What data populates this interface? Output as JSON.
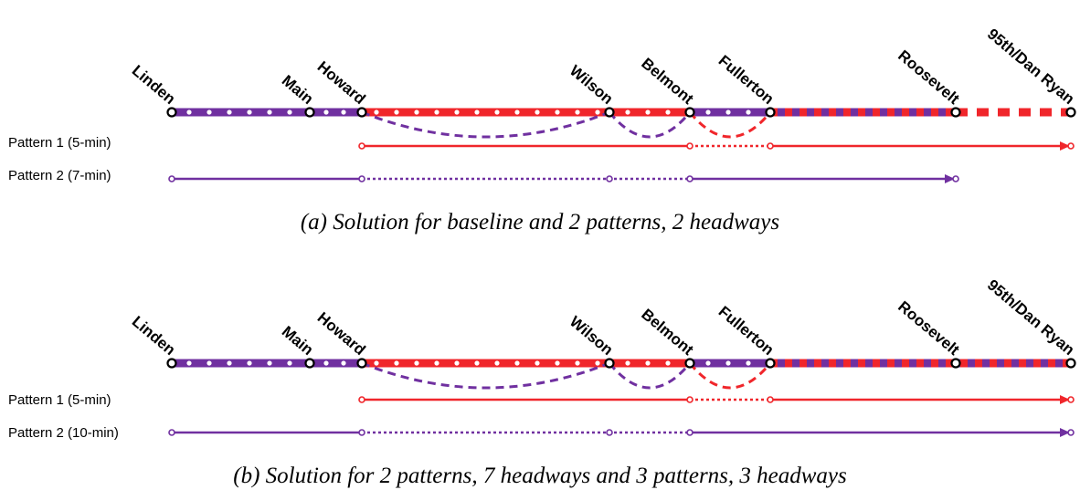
{
  "colors": {
    "purple": "#7030A0",
    "red": "#F0262B",
    "white": "#ffffff",
    "black": "#000000"
  },
  "stations": [
    "Linden",
    "Main",
    "Howard",
    "Wilson",
    "Belmont",
    "Fullerton",
    "Roosevelt",
    "95th/Dan Ryan"
  ],
  "panels": [
    {
      "caption": "(a) Solution for baseline and 2 patterns, 2 headways",
      "patterns": [
        {
          "label": "Pattern 1 (5-min)",
          "color": "red",
          "from": "Howard",
          "to": "95th/Dan Ryan",
          "dotted_segment": [
            "Belmont",
            "Fullerton"
          ]
        },
        {
          "label": "Pattern 2 (7-min)",
          "color": "purple",
          "from": "Linden",
          "to": "Roosevelt",
          "dotted_segment": [
            "Howard",
            "Belmont"
          ]
        }
      ]
    },
    {
      "caption": "(b) Solution for 2 patterns, 7 headways and 3 patterns, 3 headways",
      "patterns": [
        {
          "label": "Pattern 1 (5-min)",
          "color": "red",
          "from": "Howard",
          "to": "95th/Dan Ryan",
          "dotted_segment": [
            "Belmont",
            "Fullerton"
          ]
        },
        {
          "label": "Pattern 2 (10-min)",
          "color": "purple",
          "from": "Linden",
          "to": "95th/Dan Ryan",
          "dotted_segment": [
            "Howard",
            "Belmont"
          ]
        }
      ]
    }
  ]
}
